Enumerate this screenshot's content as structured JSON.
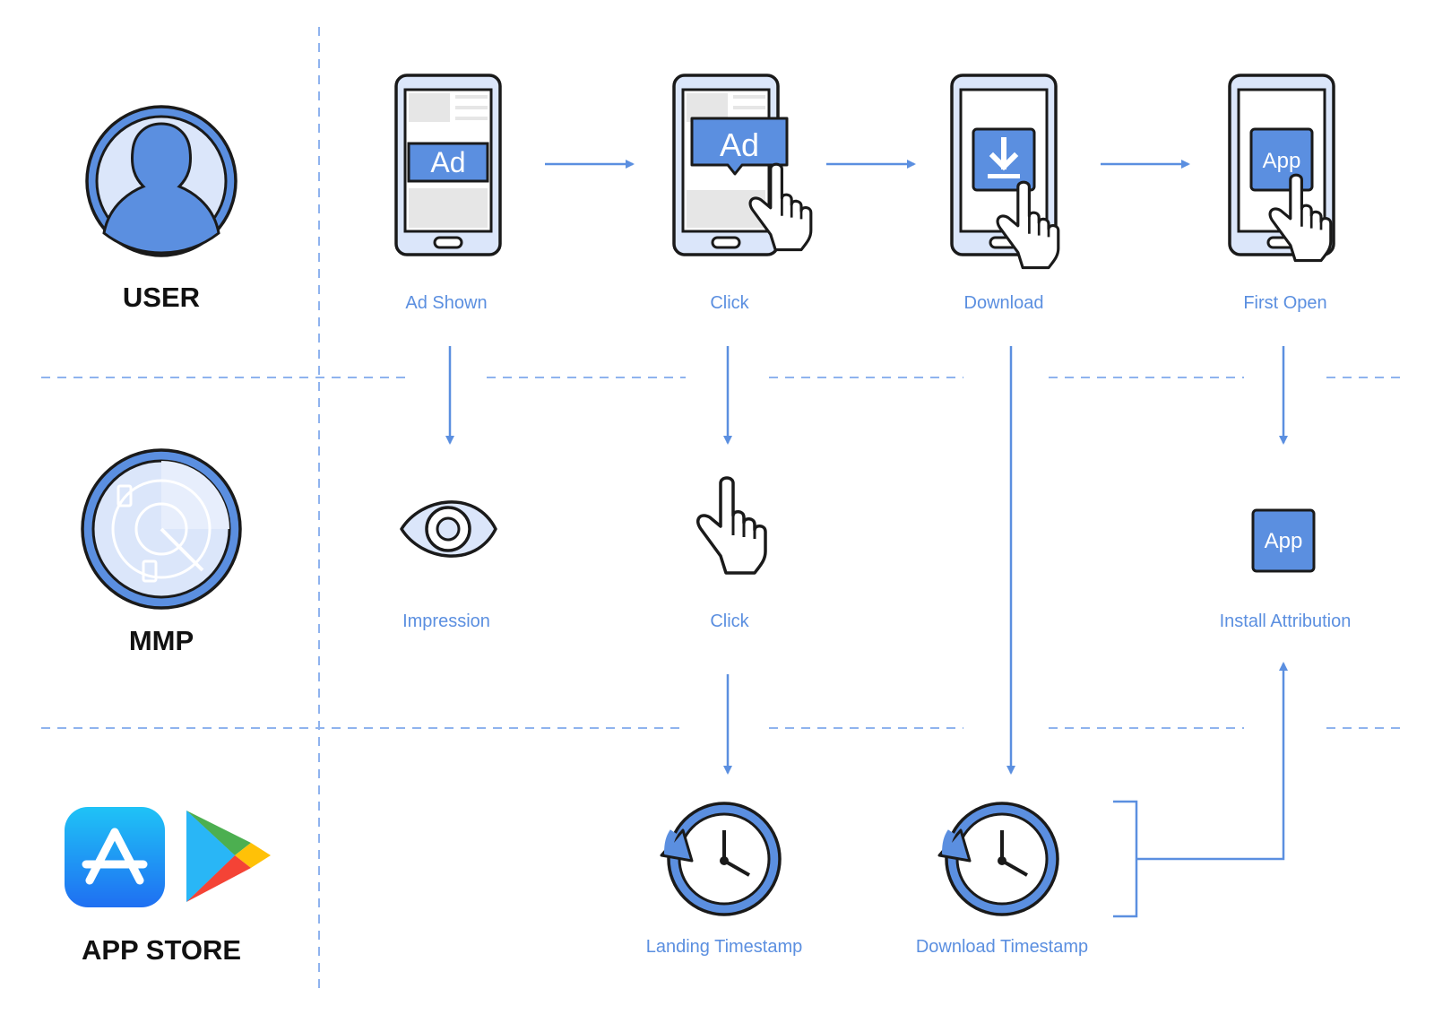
{
  "rows": {
    "user": "USER",
    "mmp": "MMP",
    "app_store": "APP STORE"
  },
  "user_steps": [
    "Ad Shown",
    "Click",
    "Download",
    "First Open"
  ],
  "mmp_steps": {
    "impression": "Impression",
    "click": "Click",
    "install": "Install Attribution"
  },
  "store_steps": {
    "landing": "Landing Timestamp",
    "download": "Download Timestamp"
  },
  "chips": {
    "ad": "Ad",
    "app": "App"
  },
  "icons": {
    "user": "user-avatar-icon",
    "mmp": "radar-icon",
    "app_store": "app-store-icon",
    "play_store": "google-play-icon",
    "impression": "eye-icon",
    "click": "pointer-hand-icon",
    "timestamp": "clock-history-icon",
    "download": "download-icon"
  },
  "colors": {
    "accent": "#5b8fe0",
    "fill_light": "#dbe6fa",
    "outline": "#1a1a1a",
    "divider": "#8fb3ee"
  }
}
